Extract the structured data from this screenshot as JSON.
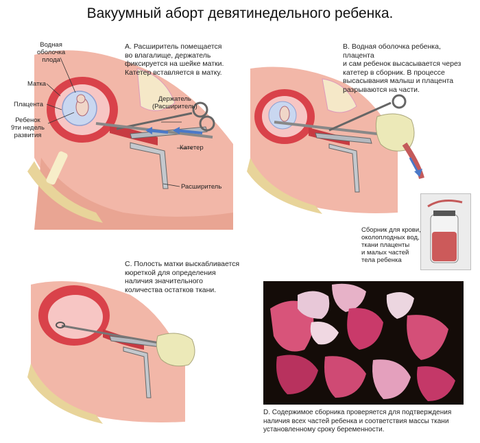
{
  "title": "Вакуумный аборт девятинедельного ребенка.",
  "panel_a": {
    "caption_lines": [
      "A. Расширитель помещается",
      "во влагалище, держатель",
      "фиксируется на шейке матки.",
      "Катетер вставляется в матку."
    ],
    "labels": {
      "amniotic_line1": "Водная",
      "amniotic_line2": "оболочка",
      "amniotic_line3": "плода",
      "uterus": "Матка",
      "placenta": "Плацента",
      "child_line1": "Ребенок",
      "child_line2": "9ти недель",
      "child_line3": "развития",
      "holder_line1": "Держатель",
      "holder_line2": "(Расширитель)",
      "catheter": "Катетер",
      "dilator": "Расширитель"
    }
  },
  "panel_b": {
    "caption_lines": [
      "B. Водная оболочка ребенка, плацента",
      "и сам ребенок высасывается через",
      "катетер в сборник. В процессе",
      "высасывания малыш и плацента",
      "разрываются на части."
    ],
    "jar_caption_lines": [
      "Сборник для крови,",
      "околоплодных вод,",
      "ткани плаценты",
      "и малых частей",
      "тела ребенка"
    ]
  },
  "panel_c": {
    "caption_lines": [
      "C. Полость матки выскабливается",
      "кюреткой для определения",
      "наличия значительного",
      "количества остатков ткани."
    ]
  },
  "panel_d": {
    "caption_lines": [
      "D. Содержимое сборника проверяется для подтверждения",
      "наличия всех частей ребенка и соответствия массы ткани",
      "установленному сроку беременности."
    ]
  },
  "colors": {
    "tissue_pink": "#f2b7a8",
    "uterus_red": "#d9424a",
    "bone_beige": "#e8d49a",
    "glove": "#ece9b8",
    "arrow_blue": "#4a78c8"
  }
}
